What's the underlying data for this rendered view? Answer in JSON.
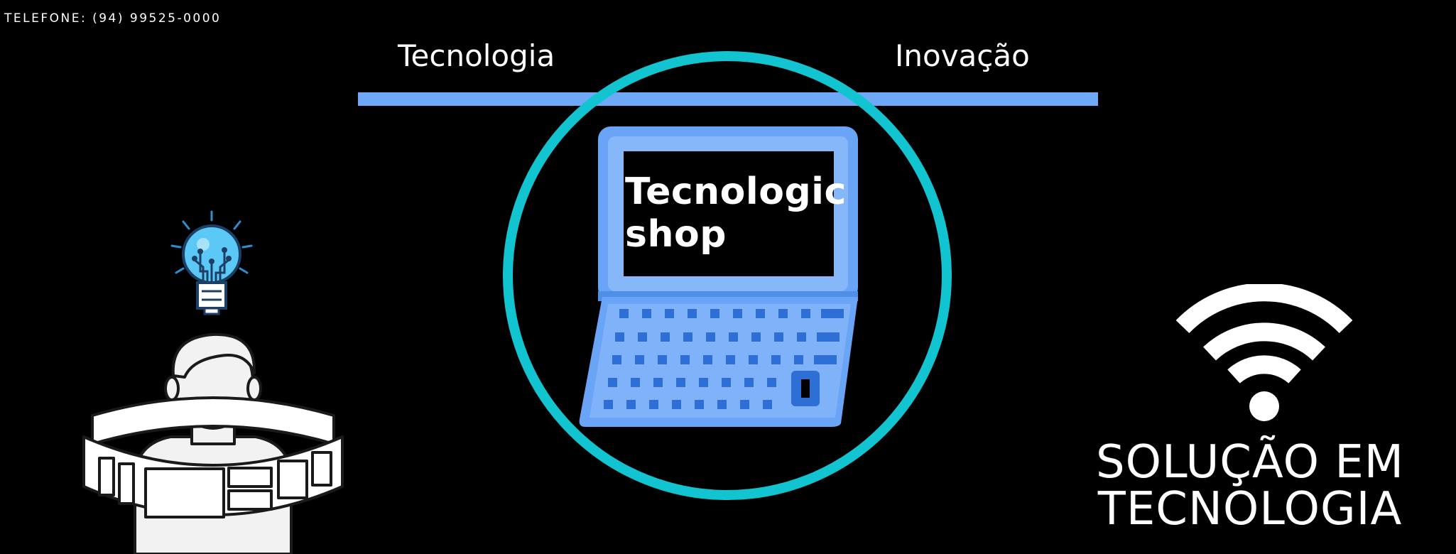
{
  "header": {
    "phone": "TELEFONE:  (94) 99525-0000"
  },
  "nav": {
    "left": "Tecnologia",
    "right": "Inovação"
  },
  "brand": {
    "line1": "Tecnologic",
    "line2": "shop"
  },
  "tagline": {
    "line1": "SOLUÇÃO EM",
    "line2": "TECNOLOGIA"
  },
  "colors": {
    "background": "#000000",
    "divider": "#6fa8f6",
    "ring": "#12c4cf",
    "laptop": "#6aa4f6",
    "text": "#ffffff"
  },
  "icons": [
    "laptop-icon",
    "wifi-icon",
    "lightbulb-icon",
    "person-with-screens-icon"
  ]
}
